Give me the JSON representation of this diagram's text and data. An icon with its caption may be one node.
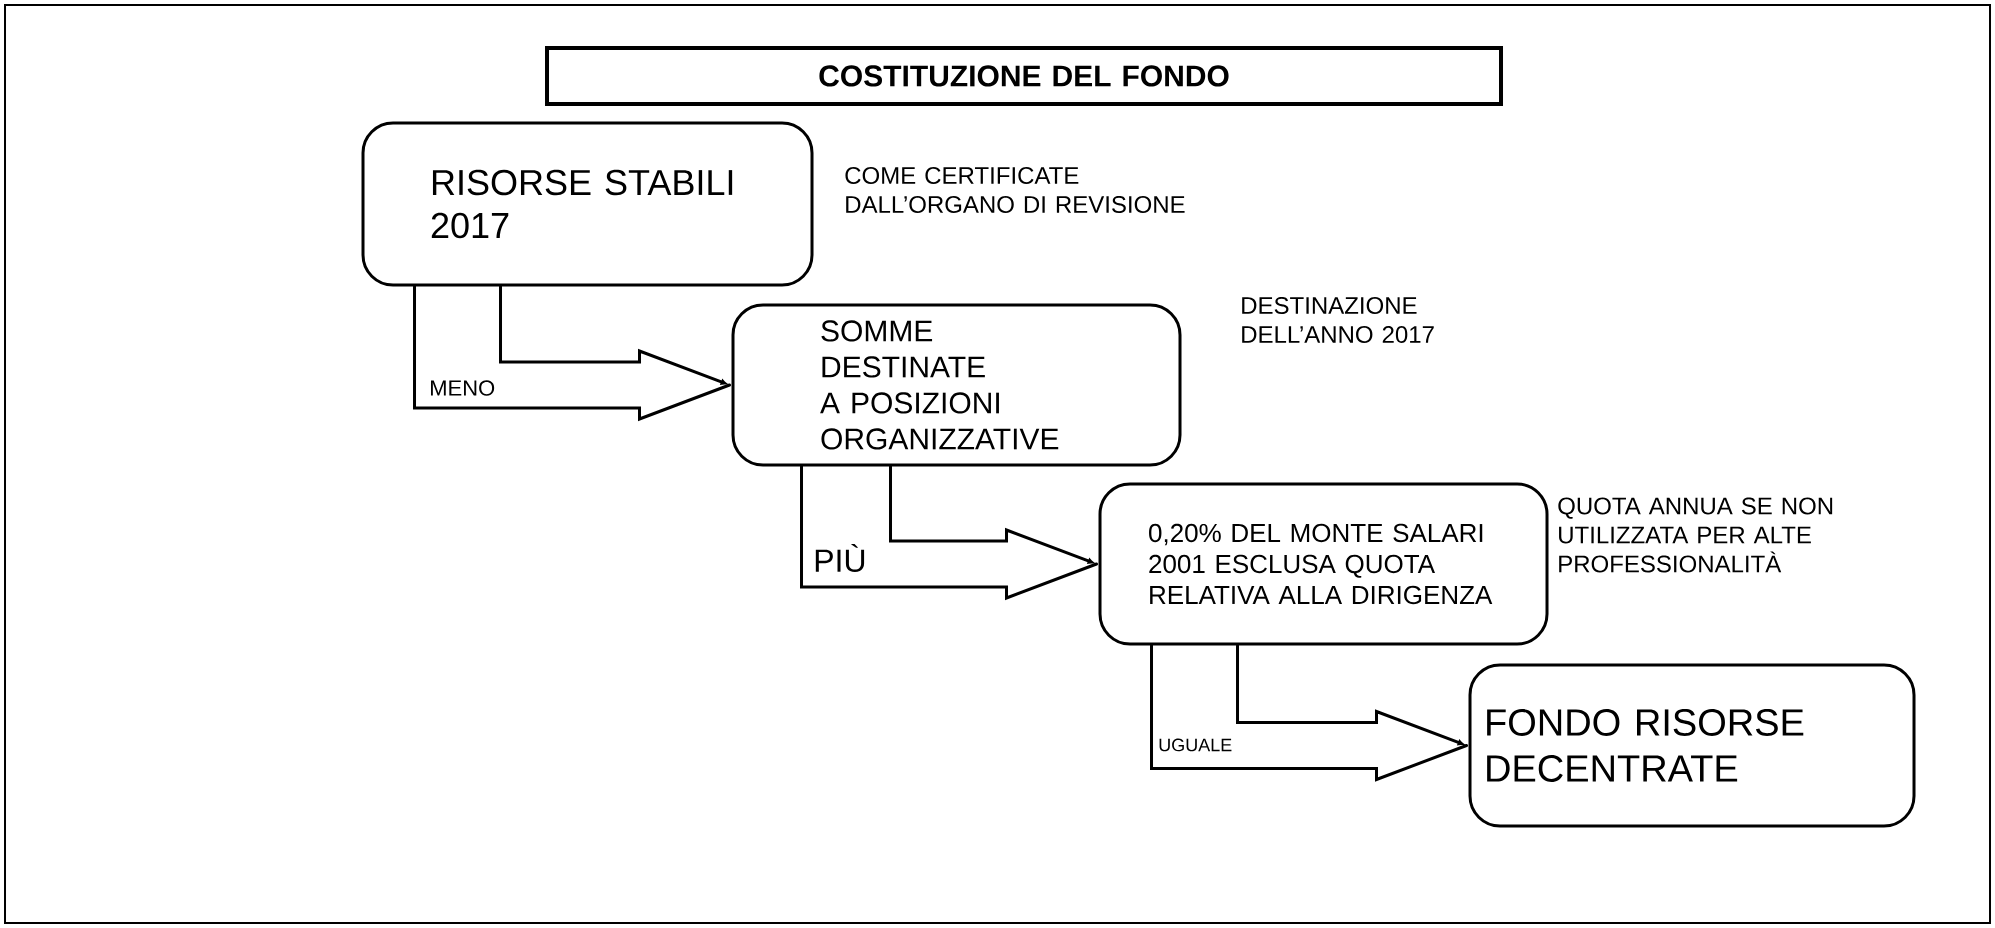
{
  "diagram": {
    "nodes": [
      {
        "text": [
          "COSTITUZIONE DEL FONDO"
        ]
      },
      {
        "text": [
          "RISORSE STABILI 2017"
        ],
        "beside": [
          "COME CERTIFICATE DALL’ORGANO DI REVISIONE"
        ]
      },
      {
        "text": [
          "SOMME DESTINATE A POSIZIONI ORGANIZZATIVE"
        ],
        "beside": [
          "DESTINAZIONE DELL’ANNO 2017"
        ]
      },
      {
        "text": [
          "0,20% DEL MONTE SALARI 2001 ESCLUSA QUOTA RELATIVA ALLA DIRIGENZA"
        ],
        "beside": [
          "QUOTA ANNUA SE NON UTILIZZATA PER ALTE PROFESSIONALITÀ"
        ]
      },
      {
        "text": [
          "FONDO RISORSE DECENTRATE"
        ]
      }
    ],
    "edges": [
      {
        "from": 1,
        "to": 2,
        "arrow": "to",
        "label": "MENO"
      },
      {
        "from": 2,
        "to": 3,
        "arrow": "to",
        "label": "PIÙ"
      },
      {
        "from": 3,
        "to": 4,
        "arrow": "to",
        "label": "UGUALE"
      }
    ]
  }
}
